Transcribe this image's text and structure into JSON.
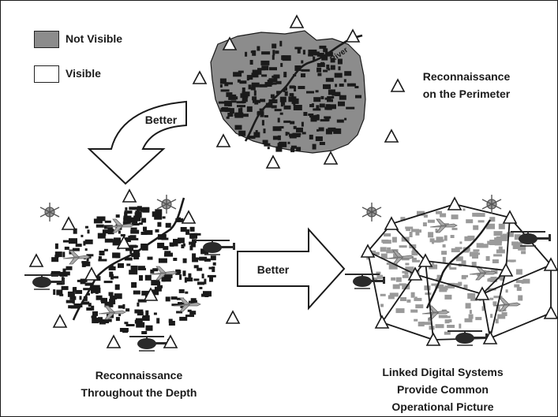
{
  "legend": {
    "not_visible": {
      "label": "Not Visible",
      "color": "#8c8c8c"
    },
    "visible": {
      "label": "Visible",
      "color": "#ffffff"
    }
  },
  "panels": {
    "top": {
      "label_line1": "Reconnaissance",
      "label_line2": "on the Perimeter",
      "river_label": "River"
    },
    "bottom_left": {
      "label_line1": "Reconnaissance",
      "label_line2": "Throughout the Depth"
    },
    "bottom_right": {
      "label_line1": "Linked Digital Systems",
      "label_line2": "Provide Common",
      "label_line3": "Operational Picture"
    }
  },
  "arrows": {
    "curved": {
      "label": "Better"
    },
    "straight": {
      "label": "Better"
    }
  },
  "icons": {
    "sensor": "triangle-sensor-icon",
    "helicopter": "helicopter-icon",
    "uav": "uav-icon",
    "aircraft": "aircraft-icon"
  },
  "colors": {
    "terrain": "#8c8c8c",
    "buildings": "#1a1a1a",
    "buildings_linked": "#9a9a9a",
    "outline": "#1a1a1a"
  }
}
